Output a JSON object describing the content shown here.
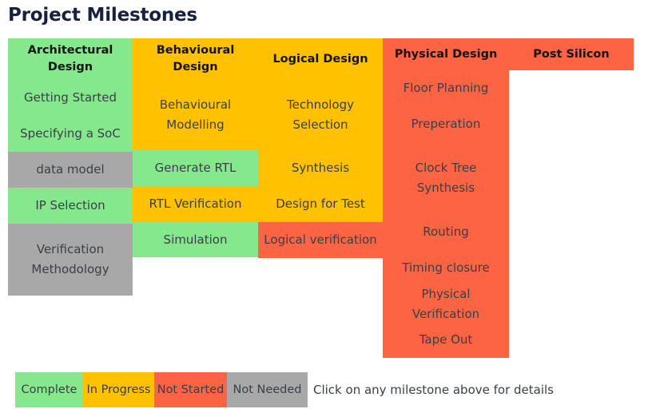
{
  "page": {
    "title": "Project Milestones",
    "background": "#ffffff"
  },
  "status_colors": {
    "complete": "#86e88d",
    "in_progress": "#ffc100",
    "not_started": "#fd6444",
    "not_needed": "#a8a8a8"
  },
  "board": {
    "columns": [
      {
        "header": "Architectural Design",
        "header_status": "complete",
        "milestones": [
          {
            "label": "Getting Started",
            "status": "complete"
          },
          {
            "label": "Specifying a SoC",
            "status": "complete"
          },
          {
            "label": "data model",
            "status": "not_needed"
          },
          {
            "label": "IP Selection",
            "status": "complete"
          },
          {
            "label": "Verification Methodology",
            "status": "not_needed"
          }
        ]
      },
      {
        "header": "Behavioural Design",
        "header_status": "in_progress",
        "milestones": [
          {
            "label": "Behavioural Modelling",
            "status": "in_progress"
          },
          {
            "label": "Generate RTL",
            "status": "complete"
          },
          {
            "label": "RTL Verification",
            "status": "in_progress"
          },
          {
            "label": "Simulation",
            "status": "complete"
          }
        ]
      },
      {
        "header": "Logical Design",
        "header_status": "in_progress",
        "milestones": [
          {
            "label": "Technology Selection",
            "status": "in_progress"
          },
          {
            "label": "Synthesis",
            "status": "in_progress"
          },
          {
            "label": "Design for Test",
            "status": "in_progress"
          },
          {
            "label": "Logical verification",
            "status": "not_started"
          }
        ]
      },
      {
        "header": "Physical Design",
        "header_status": "not_started",
        "milestones": [
          {
            "label": "Floor Planning",
            "status": "not_started"
          },
          {
            "label": "Preperation",
            "status": "not_started"
          },
          {
            "label": "Clock Tree Synthesis",
            "status": "not_started"
          },
          {
            "label": "Routing",
            "status": "not_started"
          },
          {
            "label": "Timing closure",
            "status": "not_started"
          },
          {
            "label": "Physical Verification",
            "status": "not_started"
          },
          {
            "label": "Tape Out",
            "status": "not_started"
          }
        ]
      },
      {
        "header": "Post Silicon",
        "header_status": "not_started",
        "milestones": []
      }
    ]
  },
  "legend": {
    "items": [
      {
        "label": "Complete",
        "status": "complete"
      },
      {
        "label": "In Progress",
        "status": "in_progress"
      },
      {
        "label": "Not Started",
        "status": "not_started"
      },
      {
        "label": "Not Needed",
        "status": "not_needed"
      }
    ],
    "hint": "Click on any milestone above for details"
  }
}
